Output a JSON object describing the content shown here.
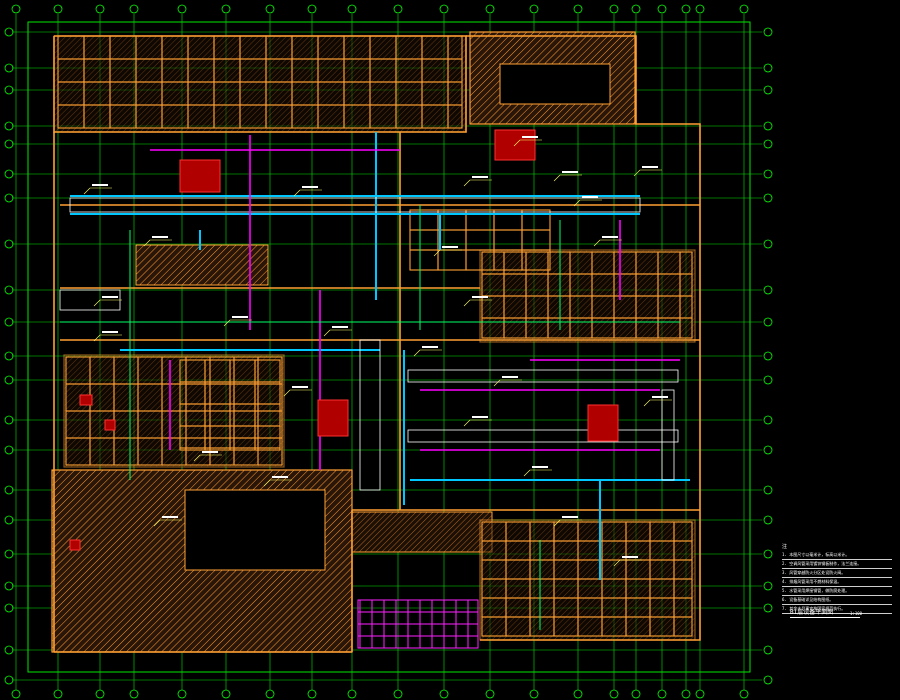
{
  "drawing": {
    "title": "B1层设备平面图",
    "scale": "1:100",
    "notes_heading": "注",
    "notes": [
      "1. 本图尺寸以毫米计，标高以米计。",
      "2. 空调风管采用镀锌钢板制作，法兰连接。",
      "3. 风管穿越防火分区处设防火阀。",
      "4. 排烟风管采用不燃材料保温。",
      "5. 水管采用焊接钢管，做防腐处理。",
      "6. 设备基础详见结构图纸。",
      "7. 其余未尽事宜按国家规范执行。"
    ]
  },
  "colors": {
    "background": "#000000",
    "grid_axis": "#00ff00",
    "walls": "#ffa033",
    "hatch": "#ff9a2e",
    "supply_duct": "#00c8ff",
    "exhaust_duct": "#ff00ff",
    "duct_outline": "#ffffff",
    "equipment_tag": "#ff1e1e",
    "annotation": "#ffff66"
  }
}
